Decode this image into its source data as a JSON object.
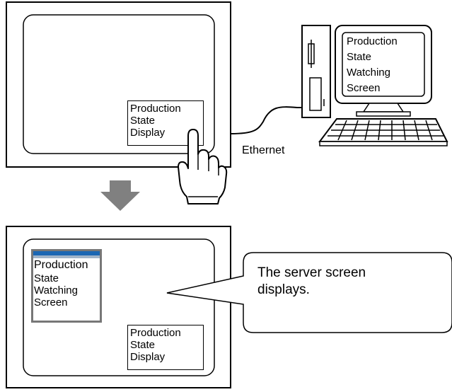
{
  "top_panel": {
    "display_button": [
      "Production",
      "State",
      "Display"
    ]
  },
  "pc": {
    "monitor_lines": [
      "Production",
      "State",
      "Watching",
      "Screen"
    ],
    "connection_label": "Ethernet"
  },
  "bottom_panel": {
    "server_window_lines": [
      "Production",
      "State",
      "Watching",
      "Screen"
    ],
    "display_button": [
      "Production",
      "State",
      "Display"
    ],
    "callout_text": [
      "The server screen",
      "displays."
    ]
  }
}
